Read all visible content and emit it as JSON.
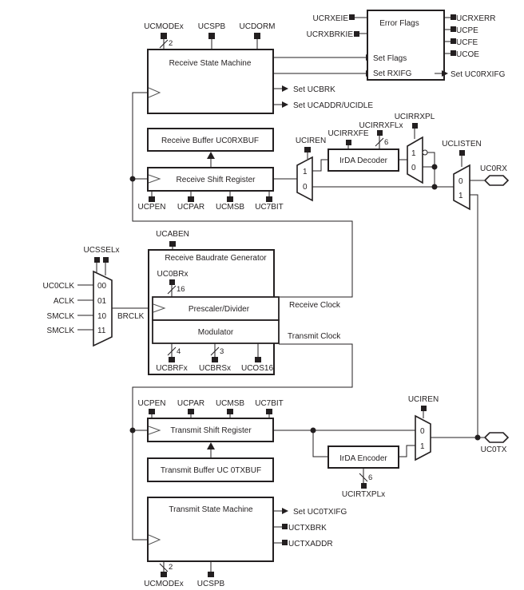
{
  "diagram": {
    "receive_state_machine": {
      "title": "Receive State Machine",
      "inputs": [
        "UCMODEx",
        "UCSPB",
        "UCDORM"
      ],
      "bus_width_ucmodex": "2",
      "outputs": [
        "Set UCBRK",
        "Set UCADDR/UCIDLE"
      ]
    },
    "error_flags": {
      "title": "Error Flags",
      "inputs": [
        "UCRXEIE",
        "UCRXBRKIE"
      ],
      "ports": [
        "Set Flags",
        "Set RXIFG"
      ],
      "outputs": [
        "UCRXERR",
        "UCPE",
        "UCFE",
        "UCOE"
      ],
      "rxifg_out": "Set UC0RXIFG"
    },
    "receive_buffer": {
      "title": "Receive Buffer UC0RXBUF"
    },
    "receive_shift_register": {
      "title": "Receive Shift Register",
      "controls": [
        "UCPEN",
        "UCPAR",
        "UCMSB",
        "UC7BIT"
      ]
    },
    "rx_irda_mux": {
      "control": "UCIREN",
      "inputs": [
        "1",
        "0"
      ]
    },
    "irda_decoder": {
      "title": "IrDA Decoder",
      "controls": [
        "UCIRRXFE",
        "UCIRRXFLx"
      ],
      "bus_width": "6"
    },
    "rx_polarity_mux": {
      "control": "UCIRRXPL",
      "inputs": [
        "1",
        "0"
      ]
    },
    "listen_mux": {
      "control": "UCLISTEN",
      "inputs": [
        "0",
        "1"
      ]
    },
    "pins": {
      "rx": "UC0RX",
      "tx": "UC0TX"
    },
    "clock_select": {
      "control": "UCSSELx",
      "sources": [
        {
          "name": "UC0CLK",
          "code": "00"
        },
        {
          "name": "ACLK",
          "code": "01"
        },
        {
          "name": "SMCLK",
          "code": "10"
        },
        {
          "name": "SMCLK",
          "code": "11"
        }
      ],
      "output": "BRCLK"
    },
    "baudrate_generator": {
      "title": "Receive Baudrate Generator",
      "enable": "UCABEN",
      "divider_reg": "UC0BRx",
      "divider_width": "16",
      "prescaler": "Prescaler/Divider",
      "modulator": "Modulator",
      "controls": [
        {
          "name": "UCBRFx",
          "width": "4"
        },
        {
          "name": "UCBRSx",
          "width": "3"
        },
        {
          "name": "UCOS16",
          "width": ""
        }
      ],
      "receive_clock": "Receive Clock",
      "transmit_clock": "Transmit Clock"
    },
    "transmit_shift_register": {
      "title": "Transmit Shift Register",
      "controls": [
        "UCPEN",
        "UCPAR",
        "UCMSB",
        "UC7BIT"
      ]
    },
    "transmit_buffer": {
      "title": "Transmit Buffer UC 0TXBUF"
    },
    "irda_encoder": {
      "title": "IrDA Encoder",
      "control": "UCIRTXPLx",
      "bus_width": "6"
    },
    "tx_irda_mux": {
      "control": "UCIREN",
      "inputs": [
        "0",
        "1"
      ]
    },
    "transmit_state_machine": {
      "title": "Transmit State Machine",
      "outputs": [
        "Set UC0TXIFG",
        "UCTXBRK",
        "UCTXADDR"
      ],
      "inputs": [
        "UCMODEx",
        "UCSPB"
      ],
      "bus_width_ucmodex": "2"
    }
  }
}
